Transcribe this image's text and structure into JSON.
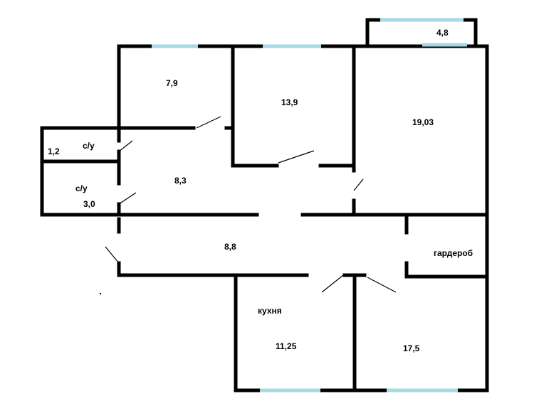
{
  "colors": {
    "wall": "#000000",
    "window": "#a6d9e6",
    "background": "#ffffff"
  },
  "rooms": {
    "balcony": {
      "area": "4,8"
    },
    "room_top_left": {
      "area": "7,9"
    },
    "room_top_middle": {
      "area": "13,9"
    },
    "room_top_right": {
      "area": "19,03"
    },
    "wc_upper": {
      "label": "с/у",
      "area": "1,2"
    },
    "wc_lower": {
      "label": "с/у",
      "area": "3,0"
    },
    "hall_upper": {
      "area": "8,3"
    },
    "corridor": {
      "area": "8,8"
    },
    "wardrobe": {
      "label": "гардероб"
    },
    "kitchen": {
      "label": "кухня",
      "area": "11,25"
    },
    "room_bottom_right": {
      "area": "17,5"
    }
  }
}
